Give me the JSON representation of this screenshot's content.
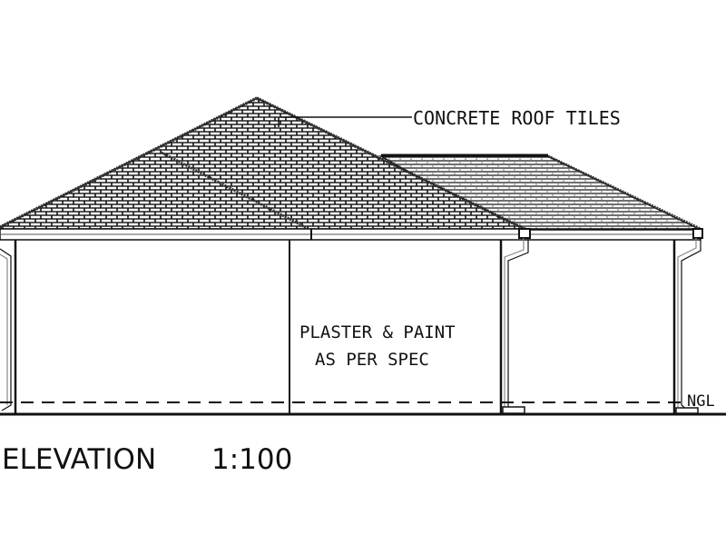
{
  "drawing": {
    "title": "ELEVATION",
    "scale": "1:100",
    "annotations": {
      "roof": "CONCRETE ROOF TILES",
      "wall_line1": "PLASTER & PAINT",
      "wall_line2": "AS PER SPEC",
      "ground": "NGL"
    },
    "colors": {
      "line": "#111111",
      "background": "#ffffff",
      "downpipe": "#888888"
    }
  }
}
